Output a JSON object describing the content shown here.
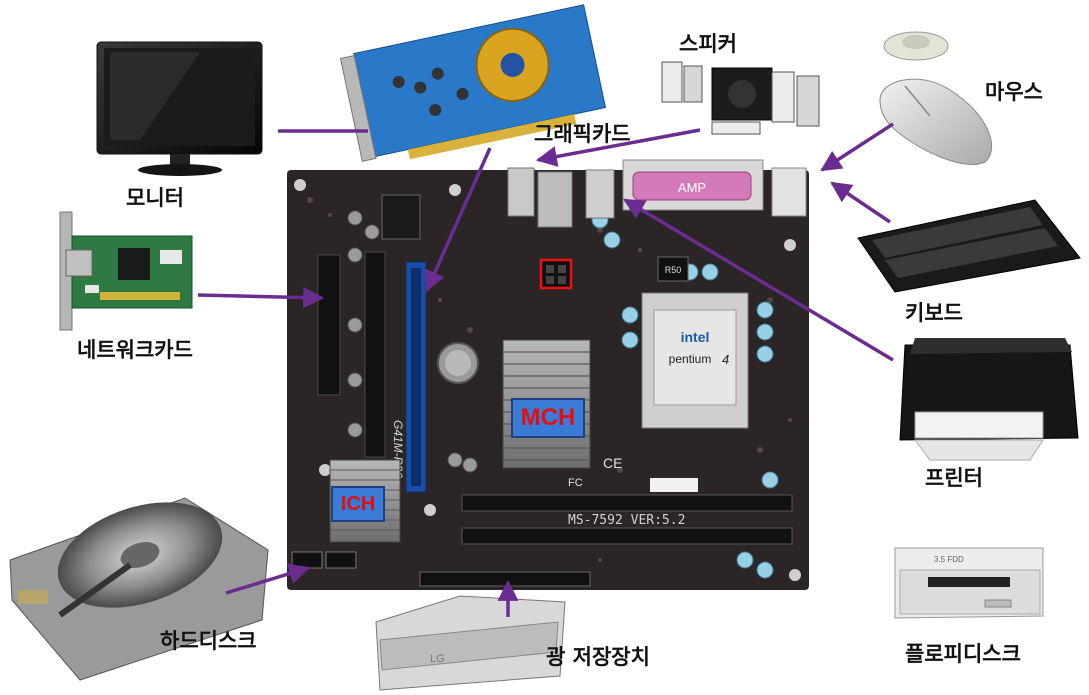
{
  "labels": {
    "monitor": "모니터",
    "graphics_card": "그래픽카드",
    "speaker": "스피커",
    "mouse": "마우스",
    "keyboard": "키보드",
    "network_card": "네트워크카드",
    "printer": "프린터",
    "hard_disk": "하드디스크",
    "optical_storage": "광 저장장치",
    "floppy_disk": "플로피디스크"
  },
  "board": {
    "mch": "MCH",
    "ich": "ICH",
    "model": "MS-7592 VER:5.2",
    "silk": "G41M-P26",
    "cpu_brand": "intel",
    "cpu_name": "pentium",
    "cpu_gen": "4",
    "amp": "AMP",
    "ce": "CE",
    "fc": "FC",
    "r50": "R50",
    "dvd_brand": "LG",
    "floppy_label": "3.5 FDD"
  },
  "colors": {
    "arrow": "#6a2c91",
    "board": "#2b2625",
    "chip_box": "#3a7bd5",
    "chip_text": "#e01010"
  }
}
